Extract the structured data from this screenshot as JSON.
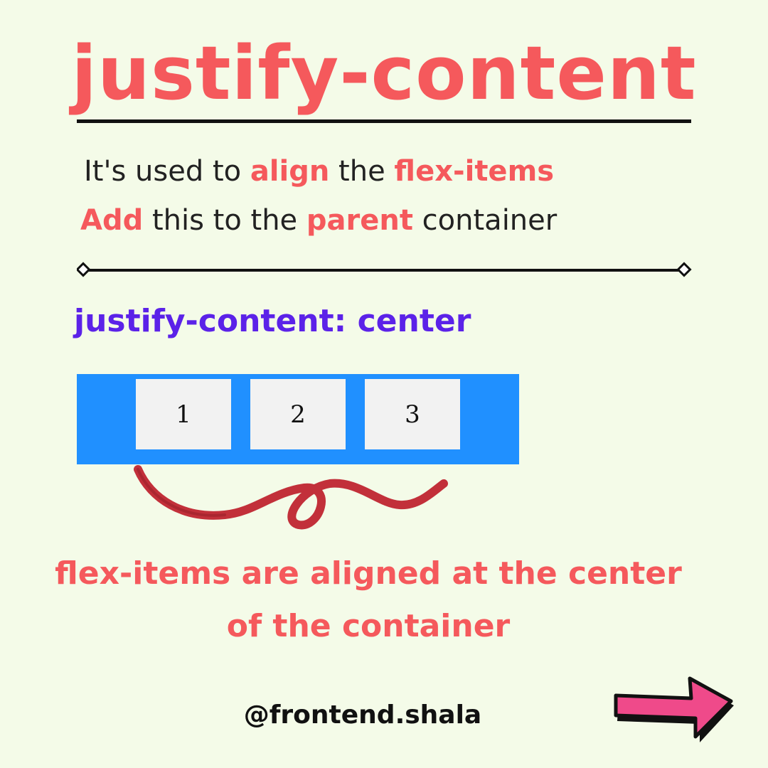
{
  "title": "justify-content",
  "intro": {
    "line1": {
      "p1": "It's used to ",
      "h1": "align",
      "p2": " the ",
      "h2": "flex-items"
    },
    "line2": {
      "h1": "Add",
      "p1": " this to the ",
      "h2": "parent",
      "p2": " container"
    }
  },
  "property": "justify-content: center",
  "demo": {
    "items": [
      "1",
      "2",
      "3"
    ]
  },
  "caption": {
    "line1": "flex-items are aligned at the center",
    "line2": "of the container"
  },
  "handle": "@frontend.shala",
  "icons": {
    "ribbon": "ribbon-icon",
    "next": "arrow-right-icon"
  },
  "colors": {
    "accent": "#f5595c",
    "property": "#5b22e8",
    "container": "#2090ff",
    "item": "#f2f2f2",
    "background": "#f4fbe8",
    "arrow": "#ef4a8a"
  }
}
